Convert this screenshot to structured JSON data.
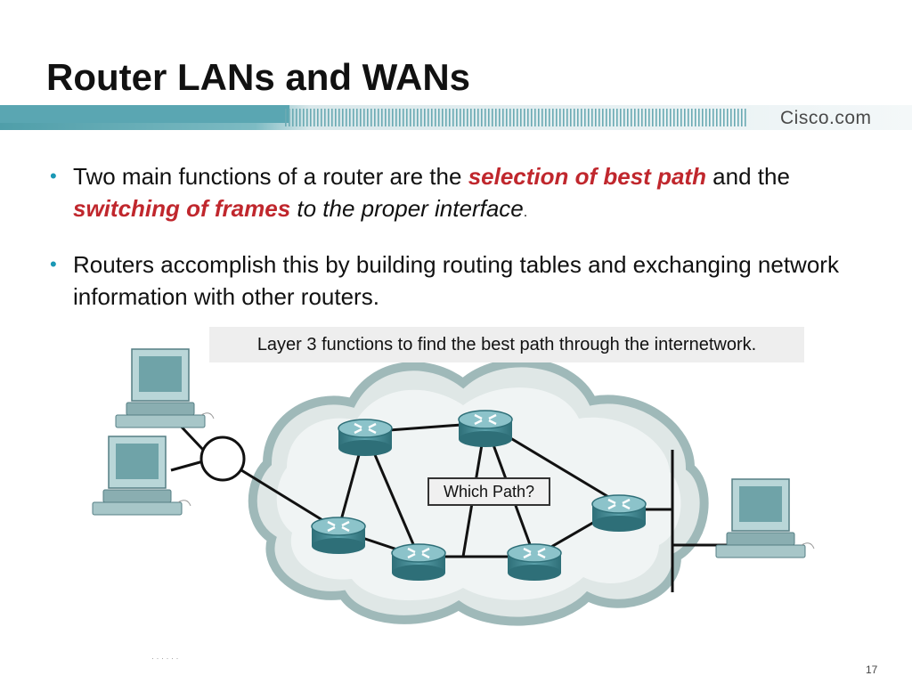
{
  "slide": {
    "title": "Router LANs and WANs",
    "brand": "Cisco.com",
    "page_number": "17",
    "footer_text": "·  ·  ·  ·  ·  ·"
  },
  "bullets": [
    {
      "part1": "Two main functions of a router are the ",
      "highlight1": "selection of best path",
      "part2": " and the ",
      "highlight2": "switching of frames",
      "part3": " to the proper interface",
      "part4": "."
    },
    {
      "text": "Routers accomplish this by building routing tables and exchanging network information with other routers."
    }
  ],
  "diagram": {
    "caption": "Layer 3 functions to find the best path through the internetwork.",
    "path_label": "Which Path?"
  },
  "colors": {
    "banner_teal": "#5aa6b2",
    "highlight_red": "#c0272d",
    "router_teal": "#3f8a95"
  }
}
